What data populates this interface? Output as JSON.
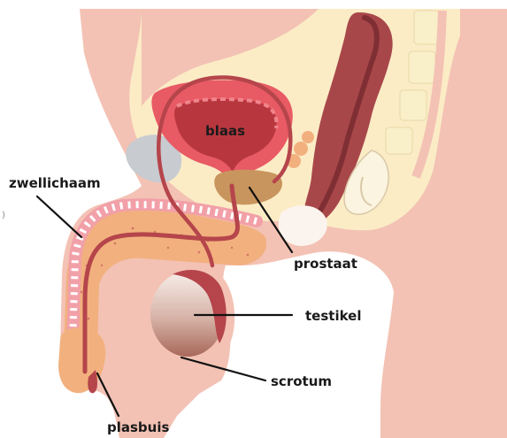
{
  "labels": {
    "bladder": "blaas",
    "corpus": "zwellichaam",
    "prostate": "prostaat",
    "testis": "testikel",
    "scrotum": "scrotum",
    "urethra": "plasbuis"
  },
  "colors": {
    "skin": "#f3c2b4",
    "skin_dark": "#e9a593",
    "pelvis_cream": "#fbecc6",
    "bladder": "#e85a64",
    "bladder_inner": "#b8373f",
    "rectum": "#a8474a",
    "rectum_dark": "#7f2f33",
    "tissue": "#f2b07e",
    "prostate": "#c9955e",
    "testis_top": "#f7eeea",
    "testis_bottom": "#a8685a",
    "duct": "#b5454b",
    "ring": "#f2a0a8"
  }
}
